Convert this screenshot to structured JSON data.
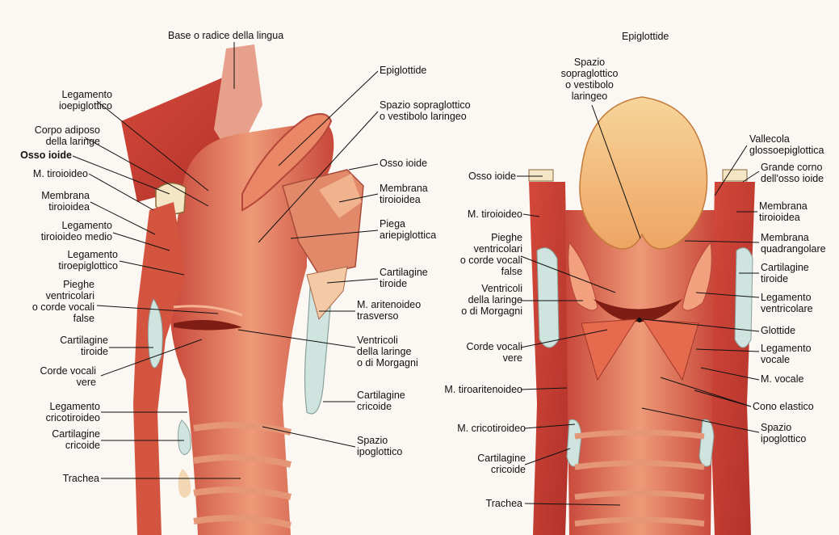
{
  "colors": {
    "muscle": "#d9503c",
    "muscle_dark": "#a62a1e",
    "mucosa": "#ea8a66",
    "mucosa_light": "#f5b58e",
    "cartilage": "#f0d7a0",
    "cartilage_blue": "#cfe3df",
    "epiglottis": "#f6c77c",
    "line": "#111111",
    "bg": "#fbf7f2"
  },
  "labels": {
    "left": {
      "base_lingua": "Base o radice della lingua",
      "epiglottide": "Epiglottide",
      "spazio_sopra": "Spazio sopraglottico\no vestibolo laringeo",
      "osso_ioide_r": "Osso ioide",
      "membrana_tiro_r": "Membrana\ntiroioidea",
      "piega_ari": "Piega\nariepiglottica",
      "cartilagine_tiroide_r": "Cartilagine\ntiroide",
      "m_aritenoideo": "M. aritenoideo\ntrasverso",
      "ventricoli": "Ventricoli\ndella laringe\no di Morgagni",
      "cartilagine_cricoide_r": "Cartilagine\ncricoide",
      "spazio_ipo": "Spazio\nipoglottico",
      "leg_ioepi": "Legamento\nioepiglottico",
      "corpo_adiposo": "Corpo adiposo\ndella laringe",
      "osso_ioide": "Osso ioide",
      "m_tiroioideo": "M. tiroioideo",
      "membrana_tiro": "Membrana\ntiroioidea",
      "leg_tiro_medio": "Legamento\ntiroioideo medio",
      "leg_tiroepi": "Legamento\ntiroepiglottico",
      "pieghe_vent": "Pieghe\nventricolari\no corde vocali\nfalse",
      "cartilagine_tiroide": "Cartilagine\ntiroide",
      "corde_vere": "Corde vocali\nvere",
      "leg_cricotiro": "Legamento\ncricotiroideo",
      "cartilagine_cricoide": "Cartilagine\ncricoide",
      "trachea": "Trachea"
    },
    "right": {
      "epiglottide": "Epiglottide",
      "spazio_sopra": "Spazio\nsopraglottico\no vestibolo\nlaringeo",
      "osso_ioide": "Osso ioide",
      "m_tiroioideo": "M. tiroioideo",
      "pieghe_vent": "Pieghe\nventricolari\no corde vocali\nfalse",
      "ventricoli": "Ventricoli\ndella laringe\no di Morgagni",
      "corde_vere": "Corde vocali\nvere",
      "m_tiroaritenoideo": "M. tiroaritenoideo",
      "m_cricotiroideo": "M. cricotiroideo",
      "cartilagine_cricoide": "Cartilagine\ncricoide",
      "trachea": "Trachea",
      "vallecola": "Vallecola\nglossoepiglottica",
      "grande_corno": "Grande corno\ndell'osso ioide",
      "membrana_tiro": "Membrana\ntiroioidea",
      "membrana_quad": "Membrana\nquadrangolare",
      "cartilagine_tiroide": "Cartilagine\ntiroide",
      "leg_ventricolare": "Legamento\nventricolare",
      "glottide": "Glottide",
      "leg_vocale": "Legamento\nvocale",
      "m_vocale": "M. vocale",
      "cono_elastico": "Cono elastico",
      "spazio_ipo": "Spazio\nipoglottico"
    }
  }
}
